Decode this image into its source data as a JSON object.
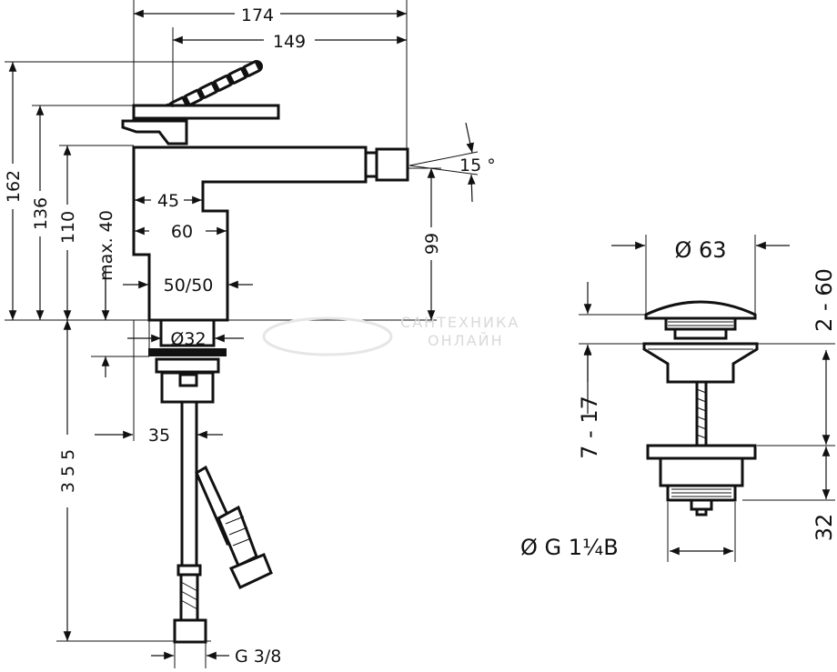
{
  "drawing": {
    "left_view": {
      "width_total": "174",
      "width_spout": "149",
      "height_total": "162",
      "height_lever": "136",
      "height_body": "110",
      "max_hose": "max. 40",
      "height_spout": "99",
      "angle": "15 °",
      "body_45": "45",
      "body_60": "60",
      "ratio": "50/50",
      "hole_dia": "Ø32",
      "offset_35": "35",
      "hose_len": "3 5 5",
      "connection": "G 3/8"
    },
    "right_view": {
      "cap_dia": "Ø 63",
      "cap_height": "2 - 60",
      "thread_range": "7 - 17",
      "thread": "Ø G 1¼B",
      "thread_height": "32"
    }
  },
  "watermark": {
    "line1": "САНТЕХНИКА",
    "line2": "ОНЛАЙН"
  }
}
